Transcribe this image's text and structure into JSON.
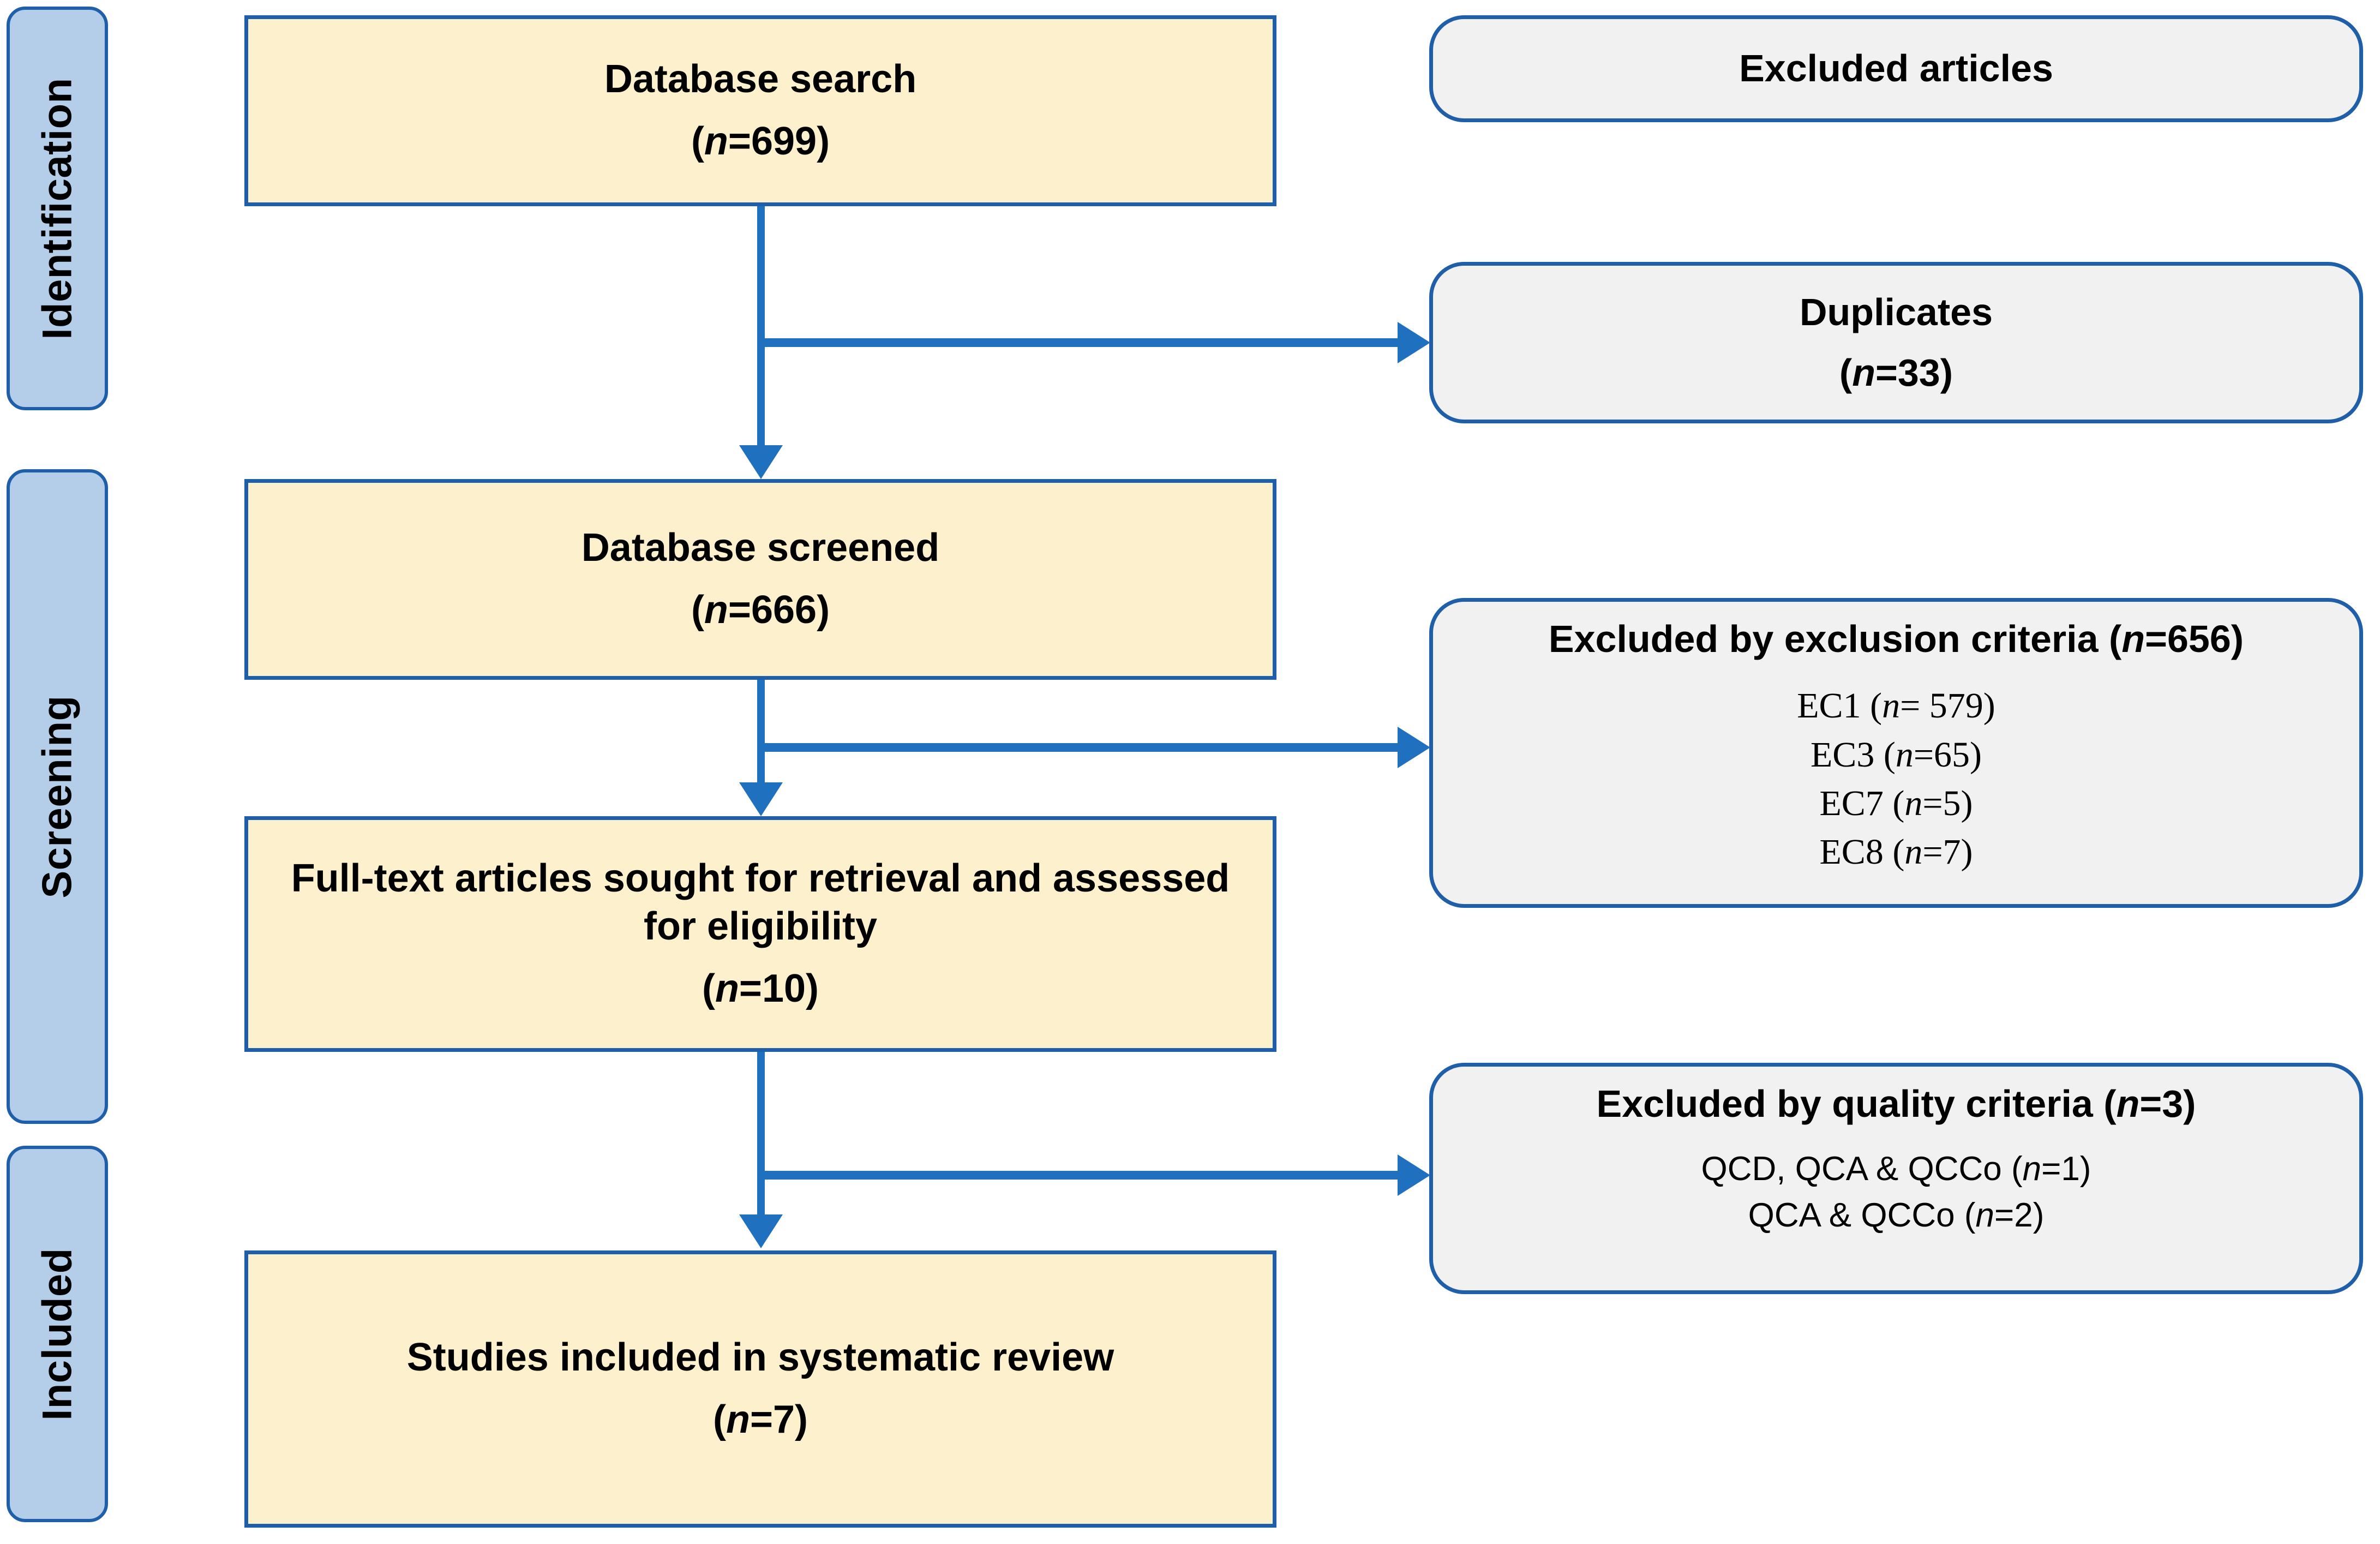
{
  "diagram": {
    "type": "prisma-flow-diagram",
    "colors": {
      "flow_box_fill": "#FDF0CD",
      "exclusion_box_fill": "#F1F1F1",
      "phase_label_fill": "#B4CDE8",
      "border": "#1F5FA9",
      "connector": "#2070C0"
    }
  },
  "phases": [
    {
      "label": "Identification"
    },
    {
      "label": "Screening"
    },
    {
      "label": "Included"
    }
  ],
  "flow_boxes": [
    {
      "id": "database-search",
      "title": "Database search",
      "count_prefix": "(",
      "count_n": "n",
      "count_value": "=699)"
    },
    {
      "id": "database-screened",
      "title": "Database screened",
      "count_prefix": "(",
      "count_n": "n",
      "count_value": "=666)"
    },
    {
      "id": "full-text-articles",
      "title": "Full-text articles sought for retrieval and assessed for eligibility",
      "count_prefix": "(",
      "count_n": "n",
      "count_value": "=10)"
    },
    {
      "id": "studies-included",
      "title": "Studies included in systematic review",
      "count_prefix": "(",
      "count_n": "n",
      "count_value": "=7)"
    }
  ],
  "exclusion_boxes": [
    {
      "id": "excluded-articles-header",
      "title": "Excluded articles",
      "count": "",
      "details": []
    },
    {
      "id": "duplicates",
      "title": "Duplicates",
      "count_prefix": "(",
      "count_n": "n",
      "count_value": "=33)",
      "details": []
    },
    {
      "id": "excluded-by-exclusion-criteria",
      "title_pre": "Excluded by exclusion criteria (",
      "title_n": "n",
      "title_post": "=656)",
      "details": [
        {
          "label_pre": "EC1 (",
          "n": "n",
          "label_post": "= 579)"
        },
        {
          "label_pre": "EC3 (",
          "n": "n",
          "label_post": "=65)"
        },
        {
          "label_pre": "EC7 (",
          "n": "n",
          "label_post": "=5)"
        },
        {
          "label_pre": "EC8 (",
          "n": "n",
          "label_post": "=7)"
        }
      ]
    },
    {
      "id": "excluded-by-quality-criteria",
      "title_pre": "Excluded by quality criteria (",
      "title_n": "n",
      "title_post": "=3)",
      "details": [
        {
          "label_pre": "QCD, QCA & QCCo (",
          "n": "n",
          "label_post": "=1)"
        },
        {
          "label_pre": "QCA & QCCo (",
          "n": "n",
          "label_post": "=2)"
        }
      ]
    }
  ],
  "chart_data": {
    "type": "table",
    "title": "PRISMA study selection flow",
    "stages": [
      {
        "stage": "Database search",
        "n": 699,
        "phase": "Identification"
      },
      {
        "stage": "Duplicates removed",
        "n": 33,
        "phase": "Identification"
      },
      {
        "stage": "Database screened",
        "n": 666,
        "phase": "Screening"
      },
      {
        "stage": "Excluded by exclusion criteria",
        "n": 656,
        "phase": "Screening"
      },
      {
        "stage": "EC1",
        "n": 579,
        "phase": "Screening"
      },
      {
        "stage": "EC3",
        "n": 65,
        "phase": "Screening"
      },
      {
        "stage": "EC7",
        "n": 5,
        "phase": "Screening"
      },
      {
        "stage": "EC8",
        "n": 7,
        "phase": "Screening"
      },
      {
        "stage": "Full-text articles sought for retrieval and assessed for eligibility",
        "n": 10,
        "phase": "Screening"
      },
      {
        "stage": "Excluded by quality criteria",
        "n": 3,
        "phase": "Screening"
      },
      {
        "stage": "QCD, QCA & QCCo",
        "n": 1,
        "phase": "Screening"
      },
      {
        "stage": "QCA & QCCo",
        "n": 2,
        "phase": "Screening"
      },
      {
        "stage": "Studies included in systematic review",
        "n": 7,
        "phase": "Included"
      }
    ]
  }
}
